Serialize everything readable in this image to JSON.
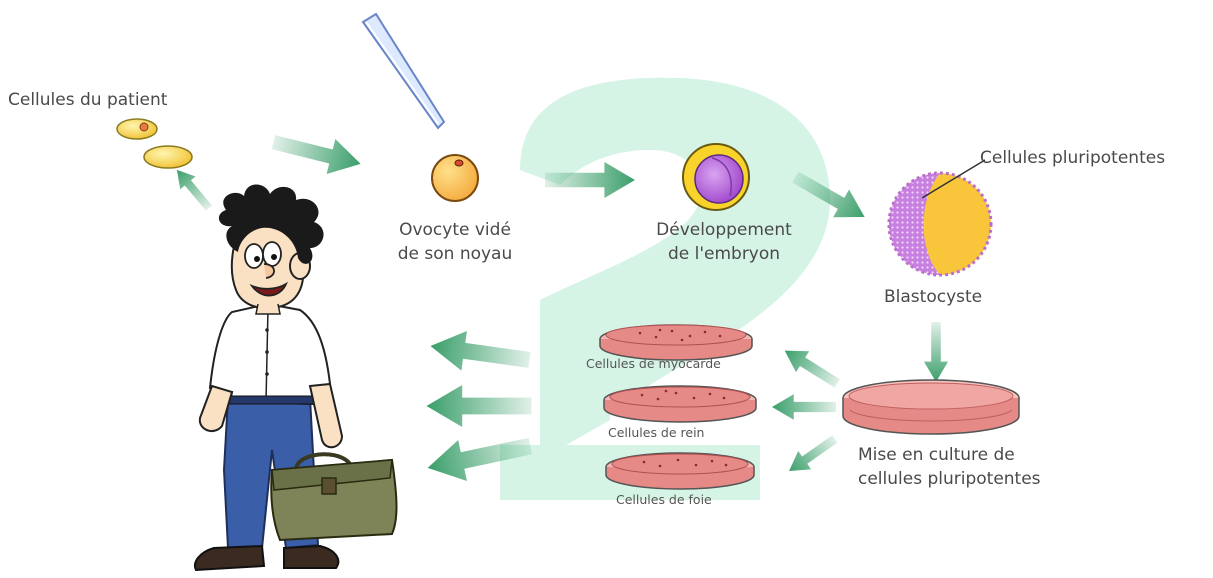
{
  "labels": {
    "patient_cells": "Cellules du patient",
    "oocyte_line1": "Ovocyte vidé",
    "oocyte_line2": "de son noyau",
    "embryo_line1": "Développement",
    "embryo_line2": "de l'embryon",
    "pluripotent_cells": "Cellules pluripotentes",
    "blastocyst": "Blastocyste",
    "culture_line1": "Mise en culture de",
    "culture_line2": "cellules pluripotentes",
    "myocardium": "Cellules de myocarde",
    "kidney": "Cellules de rein",
    "liver": "Cellules de foie"
  },
  "colors": {
    "arrow_green": "#3a9e6a",
    "background_number": "#d6f4e6",
    "cell_yellow": "#f6cf3e",
    "dish_pink": "#e58a86",
    "pluripotent_purple": "#b86ad6",
    "bag_khaki": "#7f8458",
    "trousers_blue": "#3a5ea8"
  },
  "background_number_glyph": "2"
}
